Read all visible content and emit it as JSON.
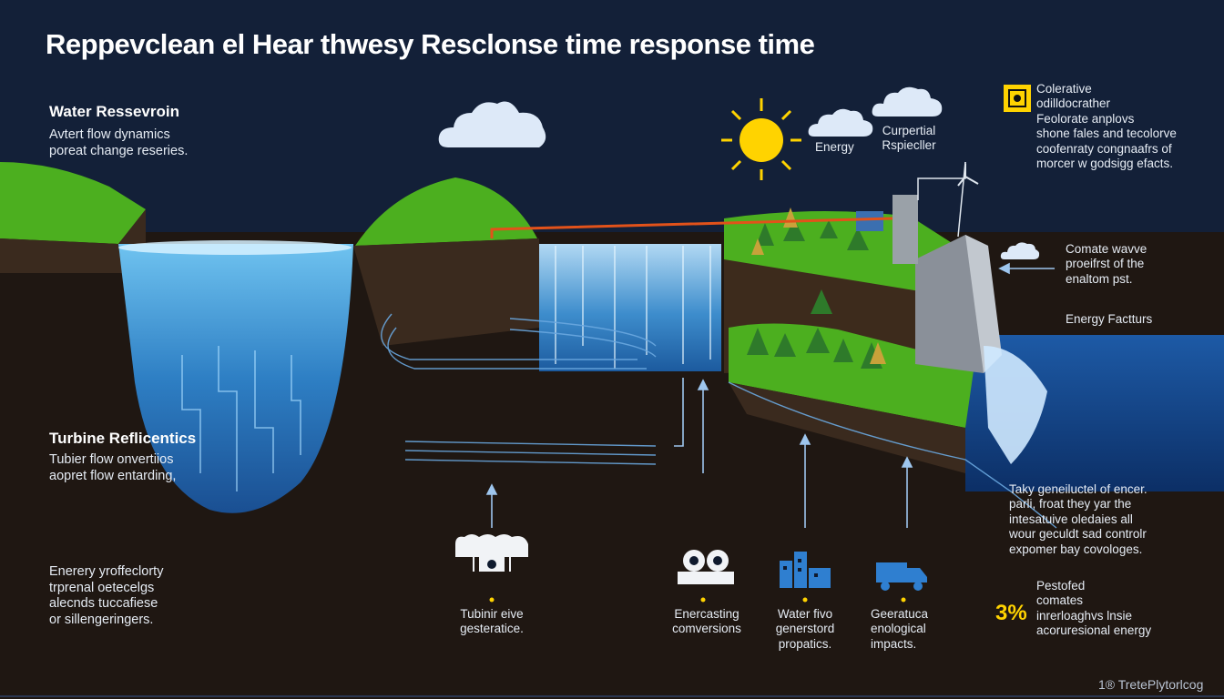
{
  "title": "Reppevclean el Hear thwesy Resclonse time response time",
  "left_panel": {
    "reservoir_heading": "Water Ressevroin",
    "reservoir_text": "Avtert flow dynamics\nporeat change reseries.",
    "turbine_heading": "Turbine Reflicentics",
    "turbine_text": "Tubier flow onvertiios\naopret flow entarding,",
    "energy_text": "Enerery yroffeclorty\ntrprenal oetecelgs\nalecnds tuccafiese\nor sillengeringers."
  },
  "sky_labels": {
    "energy": "Energy",
    "curpertial": "Curpertial\nRspiecller"
  },
  "right_panel": {
    "callout_top": "Colerative\nodilldocrather\nFeolorate anplovs\nshone fales and tecolorve\ncoofenraty congnaafrs of\nmorcer w godsigg efacts.",
    "climate_wave": "Comate wavve\nproeifrst of the\nenaltom pst.",
    "energy_factors": "Energy Factturs",
    "note": "Taky geneiluctel of encer.\nparli, froat they yar the\nintesatuive oledaies all\nwour geculdt sad controlr\nexpomer bay covologes.",
    "percent": "3%",
    "percent_text": "Pestofed\ncomates\ninrerloaghvs lnsie\nacoruresional energy"
  },
  "bottom_labels": {
    "turbine": "Tubinir eive\ngesteratice.",
    "enercasting": "Enercasting\ncomversions",
    "water_flow": "Water fivo\ngenerstord\npropatics.",
    "geerature": "Geeratuca\nenological\nimpacts."
  },
  "watermark": "1® TretePlytorlcog",
  "icons": [
    "sun-icon",
    "cloud-icon",
    "turbine-icon",
    "gears-icon",
    "city-icon",
    "truck-icon",
    "badge-icon",
    "wind-turbine-icon"
  ],
  "colors": {
    "background": "#101a2f",
    "water": "#2e7fc4",
    "grass": "#4caf1f",
    "accent": "#ffd300"
  }
}
